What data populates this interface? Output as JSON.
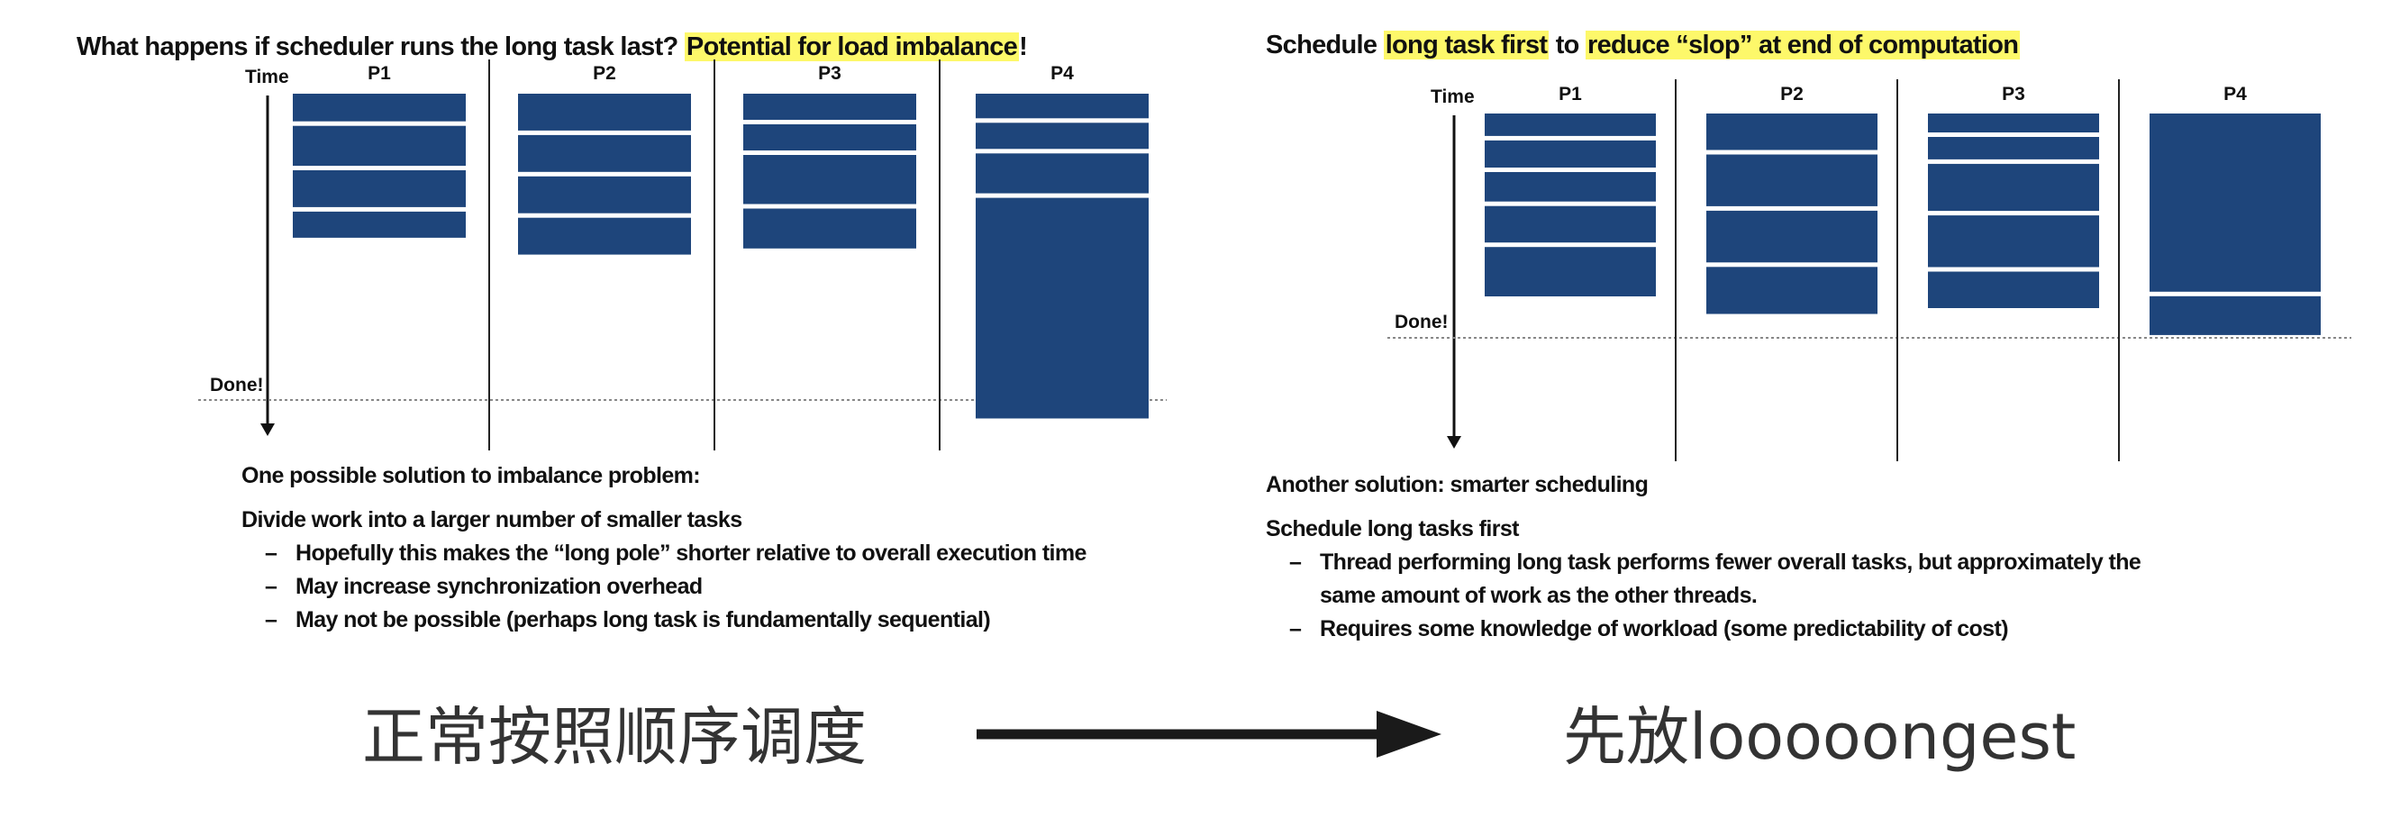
{
  "left": {
    "title_parts": [
      {
        "text": "What happens if scheduler runs the long task last?",
        "highlight": false
      },
      {
        "text": " ",
        "highlight": false
      },
      {
        "text": "Potential for load imbalance",
        "highlight": true
      },
      {
        "text": "!",
        "highlight": false
      }
    ],
    "diagram": {
      "time_label": "Time",
      "done_label": "Done!",
      "lanes": [
        {
          "label": "P1",
          "tasks": [
            0.105,
            0.145,
            0.135,
            0.1
          ]
        },
        {
          "label": "P2",
          "tasks": [
            0.135,
            0.135,
            0.135,
            0.135
          ]
        },
        {
          "label": "P3",
          "tasks": [
            0.1,
            0.1,
            0.175,
            0.145
          ]
        },
        {
          "label": "P4",
          "tasks": [
            0.095,
            0.1,
            0.145,
            0.735
          ]
        }
      ]
    },
    "notes": {
      "intro": "One possible solution to imbalance problem:",
      "subhead": "Divide work into a larger number of smaller tasks",
      "bullets": [
        "Hopefully this makes the “long pole” shorter relative to overall execution time",
        "May increase synchronization overhead",
        "May not be possible (perhaps long task is fundamentally sequential)"
      ]
    }
  },
  "right": {
    "title_parts": [
      {
        "text": "Schedule ",
        "highlight": false
      },
      {
        "text": "long task first",
        "highlight": true
      },
      {
        "text": " to ",
        "highlight": false
      },
      {
        "text": "reduce “slop” at end of computation",
        "highlight": true
      }
    ],
    "diagram": {
      "time_label": "Time",
      "done_label": "Done!",
      "lanes": [
        {
          "label": "P1",
          "tasks": [
            0.115,
            0.135,
            0.145,
            0.175,
            0.23
          ]
        },
        {
          "label": "P2",
          "tasks": [
            0.175,
            0.24,
            0.24,
            0.22
          ]
        },
        {
          "label": "P3",
          "tasks": [
            0.1,
            0.115,
            0.22,
            0.24,
            0.175
          ]
        },
        {
          "label": "P4",
          "tasks": [
            0.78,
            0.185
          ]
        }
      ]
    },
    "notes": {
      "intro": "Another solution: smarter scheduling",
      "subhead": "Schedule long tasks first",
      "bullets": [
        "Thread performing long task performs fewer overall tasks, but approximately the same amount of work as the other threads.",
        "Requires some knowledge of workload (some predictability of cost)"
      ]
    }
  },
  "captions": {
    "left": "正常按照顺序调度",
    "right": "先放looooongest"
  },
  "colors": {
    "task": "#1e457b",
    "highlight": "#fdf86a",
    "text": "#111111",
    "caption": "#333333",
    "divider": "#222222",
    "done_line": "#888888"
  }
}
